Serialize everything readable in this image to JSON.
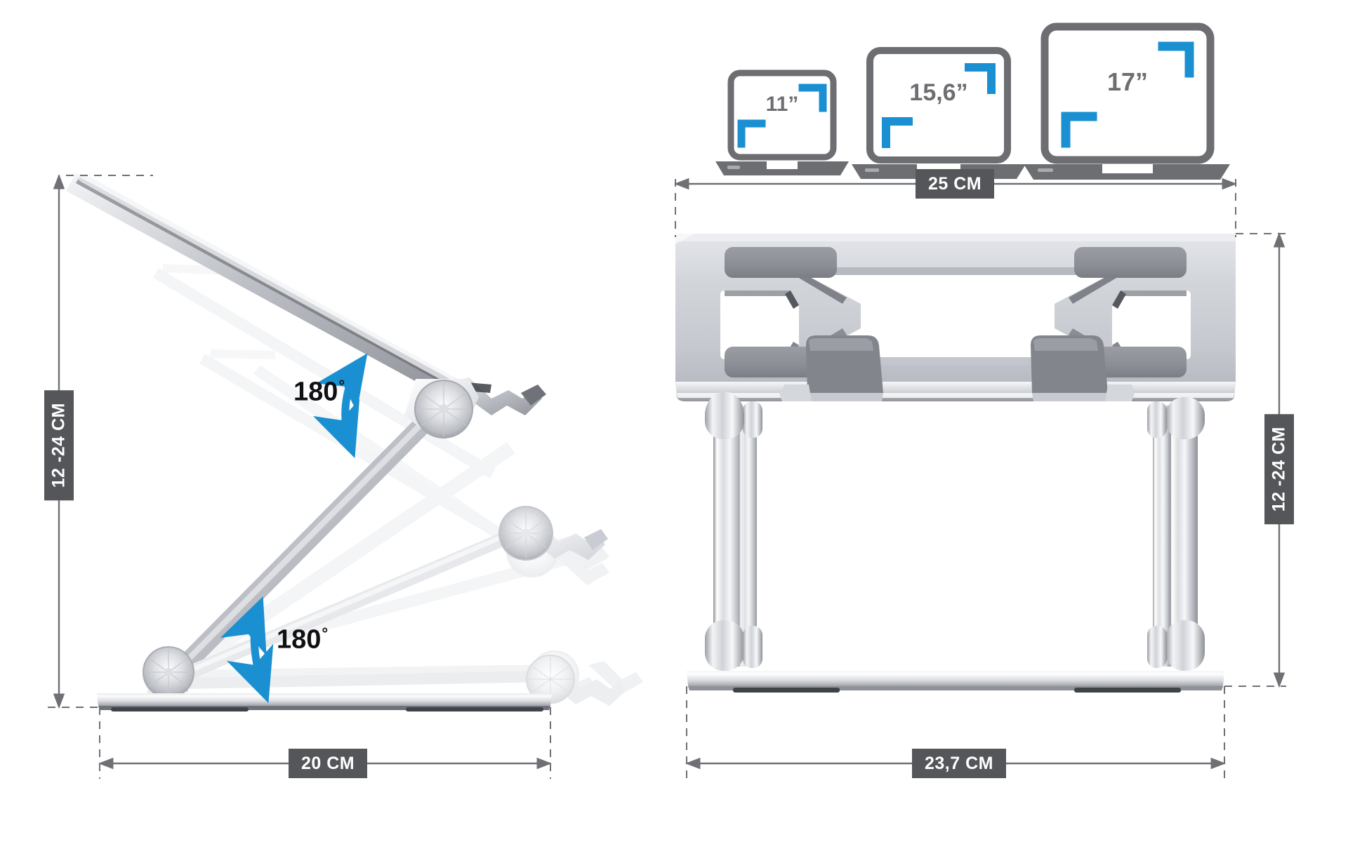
{
  "diagram": {
    "title": "Adjustable laptop stand dimensional drawing",
    "background_color": "#ffffff",
    "accent_color": "#1a8fd1",
    "metal_light": "#f2f3f5",
    "metal_mid": "#c9ccd1",
    "metal_dark": "#8a8d93",
    "pad_color": "#8d9096",
    "label_bg": "#55565a",
    "label_text": "#ffffff",
    "line_color": "#6e7074",
    "icon_gray": "#6d6e71"
  },
  "compatibility": {
    "laptops": [
      {
        "size_label": "11”",
        "name": "laptop-11"
      },
      {
        "size_label": "15,6”",
        "name": "laptop-15-6"
      },
      {
        "size_label": "17”",
        "name": "laptop-17"
      }
    ]
  },
  "side_view": {
    "name": "side-profile-view",
    "height_dimension": "12 -24 CM",
    "depth_dimension": "20 CM",
    "angles": [
      {
        "value": "180",
        "degree_symbol": "°",
        "name": "top-plate-angle"
      },
      {
        "value": "180",
        "degree_symbol": "°",
        "name": "base-arm-angle"
      }
    ]
  },
  "front_view": {
    "name": "front-elevation-view",
    "width_dimension": "25 CM",
    "base_width_dimension": "23,7 CM",
    "height_dimension": "12 -24 CM"
  }
}
